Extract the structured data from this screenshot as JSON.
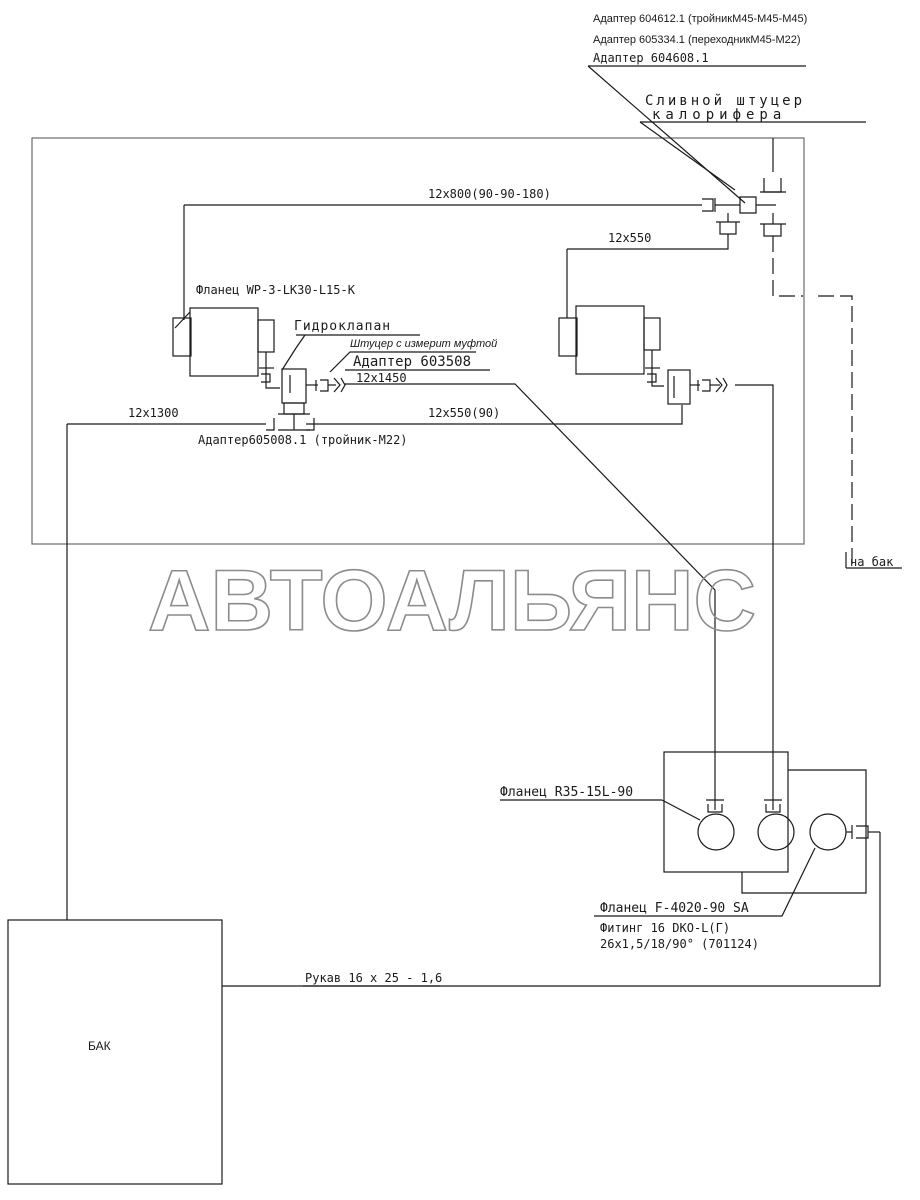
{
  "labels": {
    "adapter_604612": "Адаптер 604612.1 (тройникM45-M45-M45)",
    "adapter_605334": "Адаптер 605334.1 (переходникM45-M22)",
    "adapter_604608": "Адаптер 604608.1",
    "drain_line1": "Сливной штуцер",
    "drain_line2": "калорифера",
    "hose_12x800": "12x800(90-90-180)",
    "hose_12x550_top": "12x550",
    "flange_wp": "Фланец WP-3-LK30-L15-K",
    "hydrovalve": "Гидроклапан",
    "fitting_measure": "Штуцер с измерит муфтой",
    "adapter_603508": "Адаптер 603508",
    "hose_12x1450": "12x1450",
    "hose_12x1300": "12x1300",
    "hose_12x550_90": "12x550(90)",
    "adapter_605008": "Адаптер605008.1 (тройник-M22)",
    "to_tank": "на бак",
    "flange_r35": "Фланец R35-15L-90",
    "flange_f4020": "Фланец F-4020-90 SA",
    "fitting_16_line1": "Фитинг 16 DKO-L(Г)",
    "fitting_16_line2": "26x1,5/18/90° (701124)",
    "sleeve": "Рукав 16 x 25 - 1,6",
    "tank": "БАК"
  },
  "watermark": "АВТОАЛЬЯНС",
  "colors": {
    "line": "#1a1a1a",
    "frame": "#6b6b6b",
    "watermark_stroke": "#8c8c8c"
  }
}
